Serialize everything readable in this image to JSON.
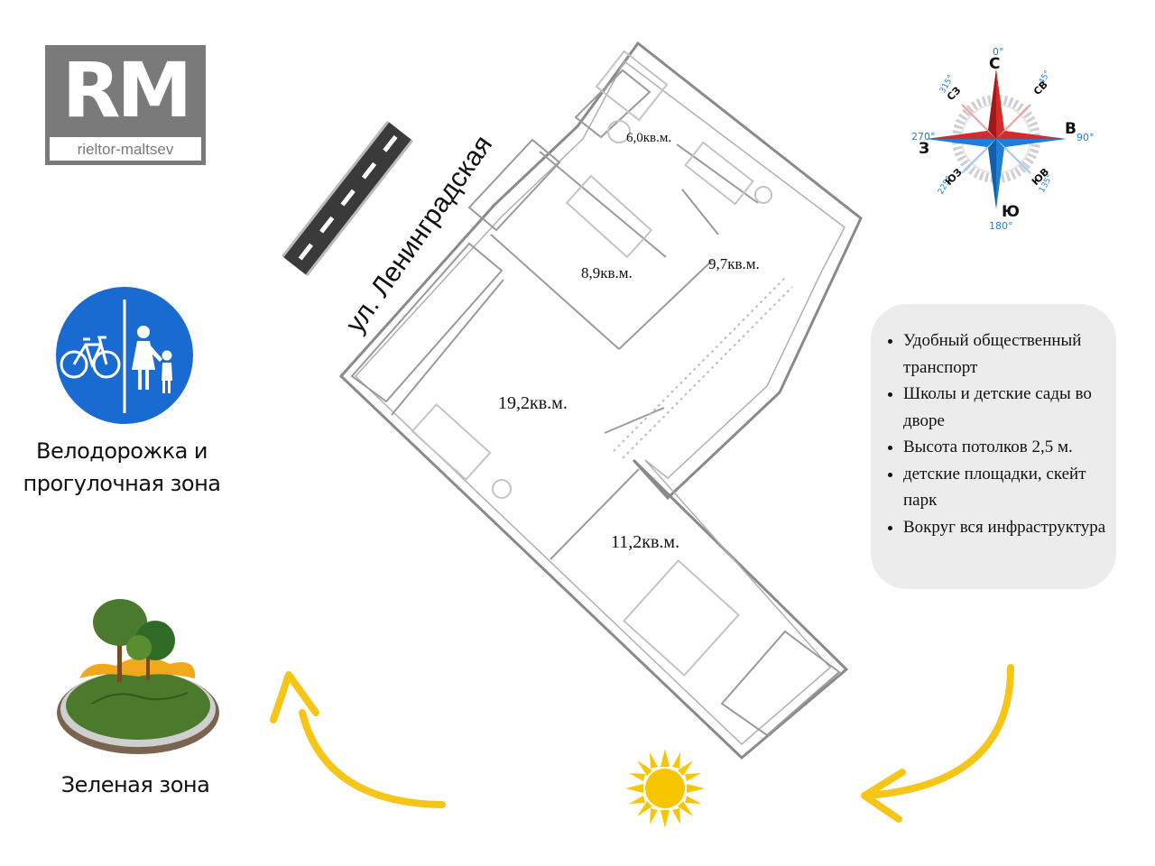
{
  "logo": {
    "letters": "RM",
    "subtitle": "rieltor-maltsev"
  },
  "street": {
    "label": "ул. Ленинградская"
  },
  "rooms": [
    {
      "name": "kitchen",
      "area": "6,0кв.м."
    },
    {
      "name": "bedroom-small",
      "area": "8,9кв.м."
    },
    {
      "name": "hall",
      "area": "9,7кв.м."
    },
    {
      "name": "living",
      "area": "19,2кв.м."
    },
    {
      "name": "bedroom",
      "area": "11,2кв.м."
    }
  ],
  "bike_zone": {
    "caption_line1": "Велодорожка и",
    "caption_line2": "прогулочная зона"
  },
  "green_zone": {
    "caption": "Зеленая зона"
  },
  "compass": {
    "n": "С",
    "e": "В",
    "s": "Ю",
    "w": "З",
    "deg_n": "0°",
    "deg_e": "90°",
    "deg_s": "180°",
    "deg_w": "270°",
    "ne": "СВ",
    "se": "ЮВ",
    "sw": "ЮЗ",
    "nw": "СЗ",
    "deg_ne": "45°",
    "deg_se": "135°",
    "deg_sw": "225°",
    "deg_nw": "315°"
  },
  "features": [
    "Удобный общественный транспорт",
    "Школы и детские сады во дворе",
    "Высота потолков 2,5 м.",
    "детские площадки, скейт парк",
    "Вокруг вся инфраструктура"
  ],
  "colors": {
    "logo_gray": "#7a7a7a",
    "sign_blue": "#1a6bd1",
    "arrow_yellow": "#f5c518",
    "sun_yellow": "#f7c600",
    "info_bg": "#ececec",
    "compass_red": "#d42b2b",
    "compass_blue": "#1f7fd6"
  }
}
